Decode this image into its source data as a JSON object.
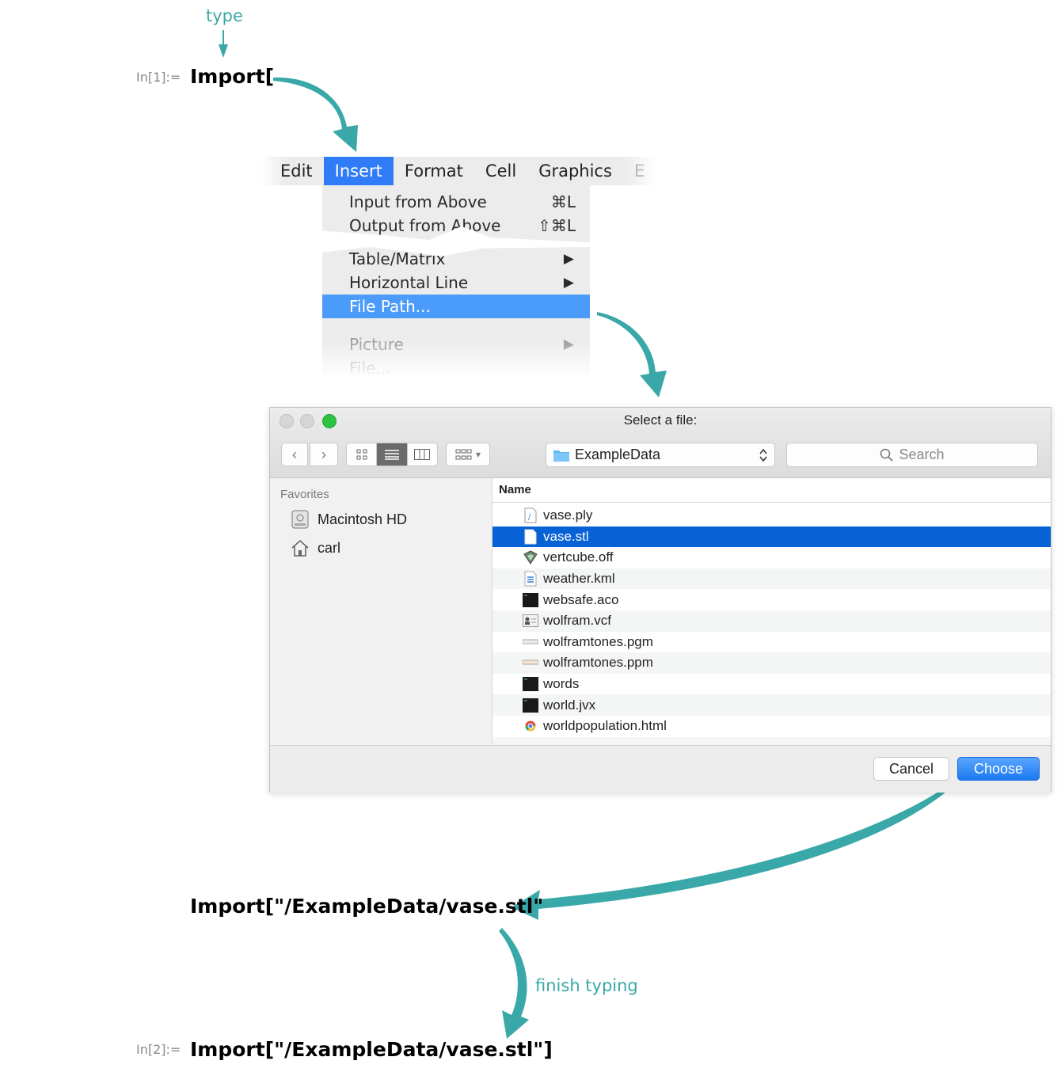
{
  "annotations": {
    "type": "type",
    "finish_typing": "finish typing"
  },
  "cells": {
    "in1_label": "In[1]:=",
    "in1_code": "Import[",
    "intermediate_code": "Import[\"/ExampleData/vase.stl\"",
    "in2_label": "In[2]:=",
    "in2_code": "Import[\"/ExampleData/vase.stl\"]"
  },
  "menubar": {
    "items": [
      "Edit",
      "Insert",
      "Format",
      "Cell",
      "Graphics",
      "E"
    ],
    "active": "Insert"
  },
  "menu": {
    "items": [
      {
        "label": "Input from Above",
        "shortcut": "⌘L"
      },
      {
        "label": "Output from Above",
        "shortcut": "⇧⌘L"
      },
      {
        "label": "Table/Matrix",
        "submenu_arrow": "▶"
      },
      {
        "label": "Horizontal Line",
        "submenu_arrow": "▶"
      },
      {
        "label": "File Path...",
        "selected": true
      },
      {
        "label": "Picture",
        "submenu_arrow": "▶"
      },
      {
        "label": "File..."
      }
    ]
  },
  "dialog": {
    "title": "Select a file:",
    "location": "ExampleData",
    "search_placeholder": "Search",
    "sidebar": {
      "heading": "Favorites",
      "items": [
        {
          "label": "Macintosh HD",
          "icon": "hard-drive-icon"
        },
        {
          "label": "carl",
          "icon": "home-icon"
        }
      ]
    },
    "column_header": "Name",
    "files": [
      {
        "name": "vase.ply",
        "icon": "text-document-icon"
      },
      {
        "name": "vase.stl",
        "icon": "blank-document-icon",
        "selected": true
      },
      {
        "name": "vertcube.off",
        "icon": "3d-model-icon"
      },
      {
        "name": "weather.kml",
        "icon": "kml-document-icon"
      },
      {
        "name": "websafe.aco",
        "icon": "terminal-icon"
      },
      {
        "name": "wolfram.vcf",
        "icon": "contact-card-icon"
      },
      {
        "name": "wolframtones.pgm",
        "icon": "image-strip-icon"
      },
      {
        "name": "wolframtones.ppm",
        "icon": "image-strip-icon"
      },
      {
        "name": "words",
        "icon": "terminal-icon"
      },
      {
        "name": "world.jvx",
        "icon": "terminal-icon"
      },
      {
        "name": "worldpopulation.html",
        "icon": "chrome-icon"
      }
    ],
    "cancel_label": "Cancel",
    "choose_label": "Choose"
  },
  "colors": {
    "accent_teal": "#3aa8a8",
    "selection_blue": "#0762d6",
    "menu_highlight": "#4b9bfb"
  }
}
